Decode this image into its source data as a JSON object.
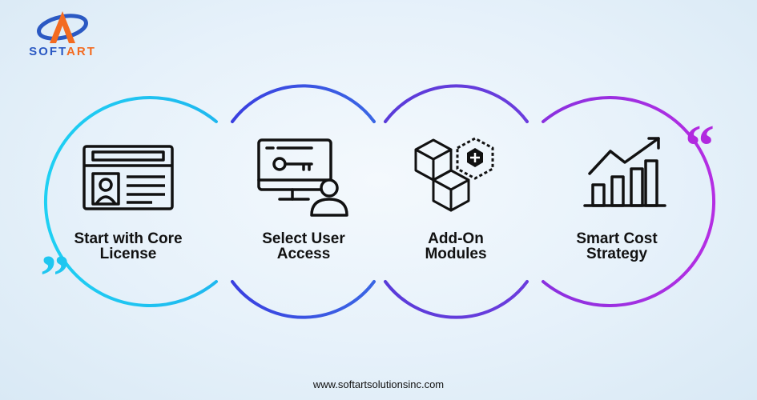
{
  "brand": {
    "name_part1": "SOFT",
    "name_part2": "ART",
    "primary_color": "#2b59c3",
    "accent_color": "#f36b21"
  },
  "quotes": {
    "open": "“",
    "close": "”"
  },
  "steps": [
    {
      "label_line1": "Start with Core",
      "label_line2": "License",
      "icon": "id-card-icon",
      "color": "#1fc6f0"
    },
    {
      "label_line1": "Select User",
      "label_line2": "Access",
      "icon": "monitor-key-user-icon",
      "color": "#3b4fe0"
    },
    {
      "label_line1": "Add-On",
      "label_line2": "Modules",
      "icon": "cube-modules-plus-icon",
      "color": "#5b40d8"
    },
    {
      "label_line1": "Smart Cost",
      "label_line2": "Strategy",
      "icon": "bar-chart-trend-icon",
      "color": "#9f2de0"
    }
  ],
  "footer": {
    "website": "www.softartsolutionsinc.com"
  }
}
